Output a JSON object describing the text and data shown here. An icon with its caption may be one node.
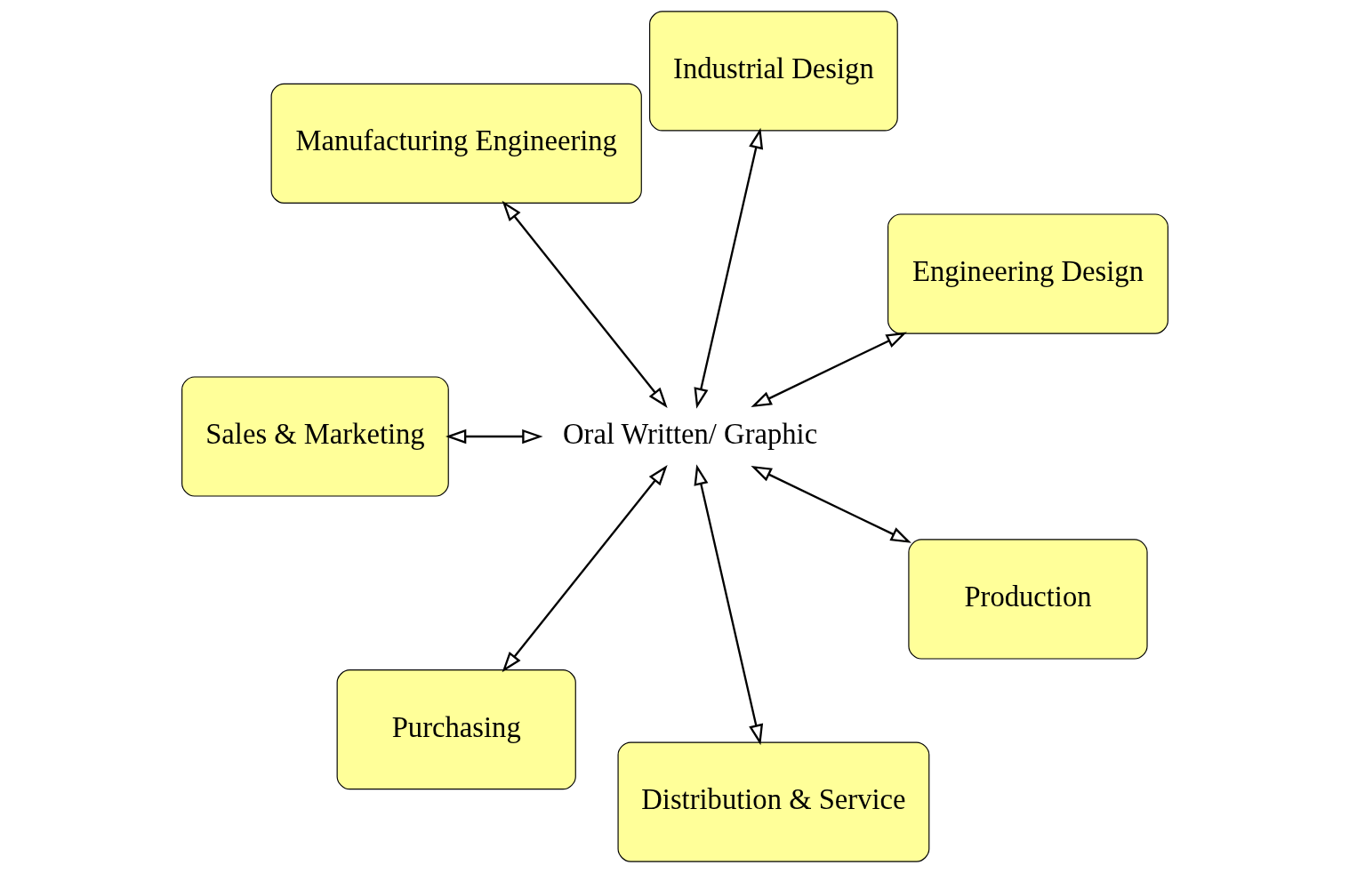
{
  "diagram": {
    "nodes": [
      {
        "text": [
          "Engineering Design"
        ]
      },
      {
        "text": [
          "Industrial Design"
        ]
      },
      {
        "text": [
          "Manufacturing Engineering"
        ]
      },
      {
        "text": [
          "Sales & Marketing"
        ]
      },
      {
        "text": [
          "Purchasing"
        ]
      },
      {
        "text": [
          "Distribution & Service"
        ]
      },
      {
        "text": [
          "Production"
        ]
      },
      {
        "text": [
          "Oral Written/ Graphic"
        ]
      }
    ],
    "edges": [
      {
        "from": 7,
        "to": 0,
        "arrow": "both"
      },
      {
        "from": 7,
        "to": 1,
        "arrow": "both"
      },
      {
        "from": 7,
        "to": 2,
        "arrow": "both"
      },
      {
        "from": 7,
        "to": 3,
        "arrow": "both"
      },
      {
        "from": 7,
        "to": 4,
        "arrow": "both"
      },
      {
        "from": 7,
        "to": 5,
        "arrow": "both"
      },
      {
        "from": 7,
        "to": 6,
        "arrow": "both"
      }
    ]
  }
}
